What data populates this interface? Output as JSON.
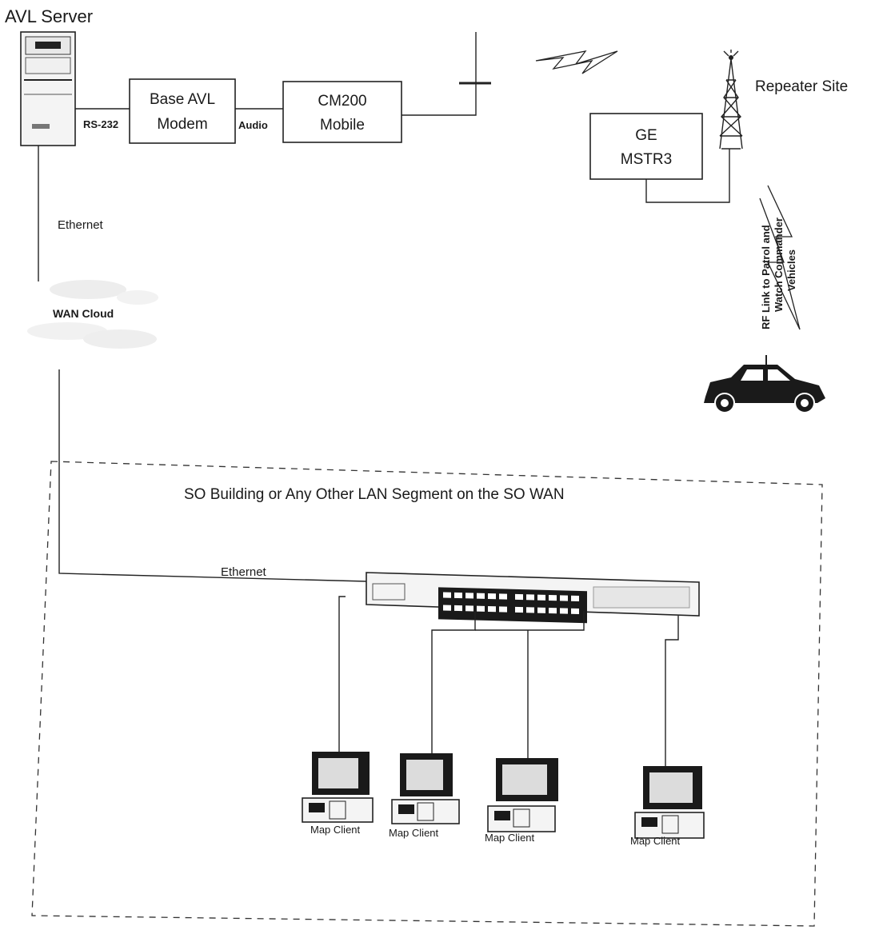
{
  "nodes": {
    "avl_server": "AVL Server",
    "rs232": "RS-232",
    "modem_line1": "Base AVL",
    "modem_line2": "Modem",
    "audio": "Audio",
    "cm200_line1": "CM200",
    "cm200_line2": "Mobile",
    "repeater_site": "Repeater Site",
    "ge_line1": "GE",
    "ge_line2": "MSTR3",
    "rf_line1": "RF Link to Patrol and",
    "rf_line2": "Watch Commander",
    "rf_line3": "Vehicles",
    "ethernet_top": "Ethernet",
    "wan_cloud": "WAN Cloud",
    "lan_segment": "SO Building or Any Other LAN Segment on the SO WAN",
    "ethernet_bottom": "Ethernet"
  },
  "clients": [
    "Map Client",
    "Map Client",
    "Map Client",
    "Map Client"
  ],
  "colors": {
    "line": "#222222",
    "device_dark": "#1a1a1a",
    "device_light": "#dcdcdc"
  }
}
